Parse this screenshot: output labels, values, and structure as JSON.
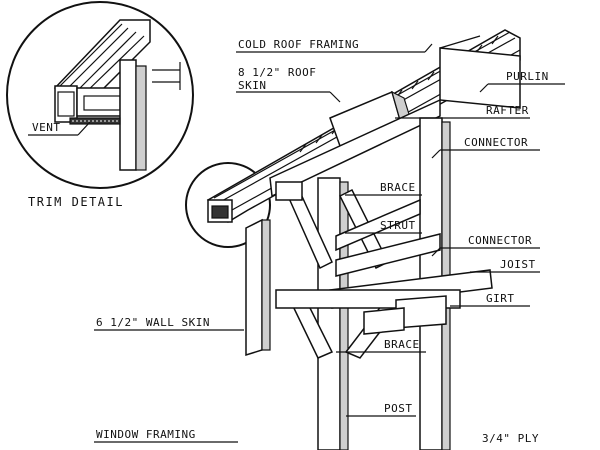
{
  "labels": {
    "cold_roof_framing": "COLD ROOF FRAMING",
    "roof_skin_1": "8 1/2\" ROOF",
    "roof_skin_2": "SKIN",
    "purlin": "PURLIN",
    "rafter": "RAFTER",
    "connector_top": "CONNECTOR",
    "brace_top": "BRACE",
    "strut": "STRUT",
    "connector_mid": "CONNECTOR",
    "joist": "JOIST",
    "girt": "GIRT",
    "wall_skin": "6 1/2\" WALL SKIN",
    "brace_bottom": "BRACE",
    "post": "POST",
    "window_framing": "WINDOW FRAMING",
    "ply": "3/4\" PLY",
    "trim_detail": "TRIM DETAIL",
    "vent": "VENT"
  },
  "colors": {
    "ink": "#111111",
    "paper": "#ffffff",
    "shade": "#cfcfcf"
  }
}
